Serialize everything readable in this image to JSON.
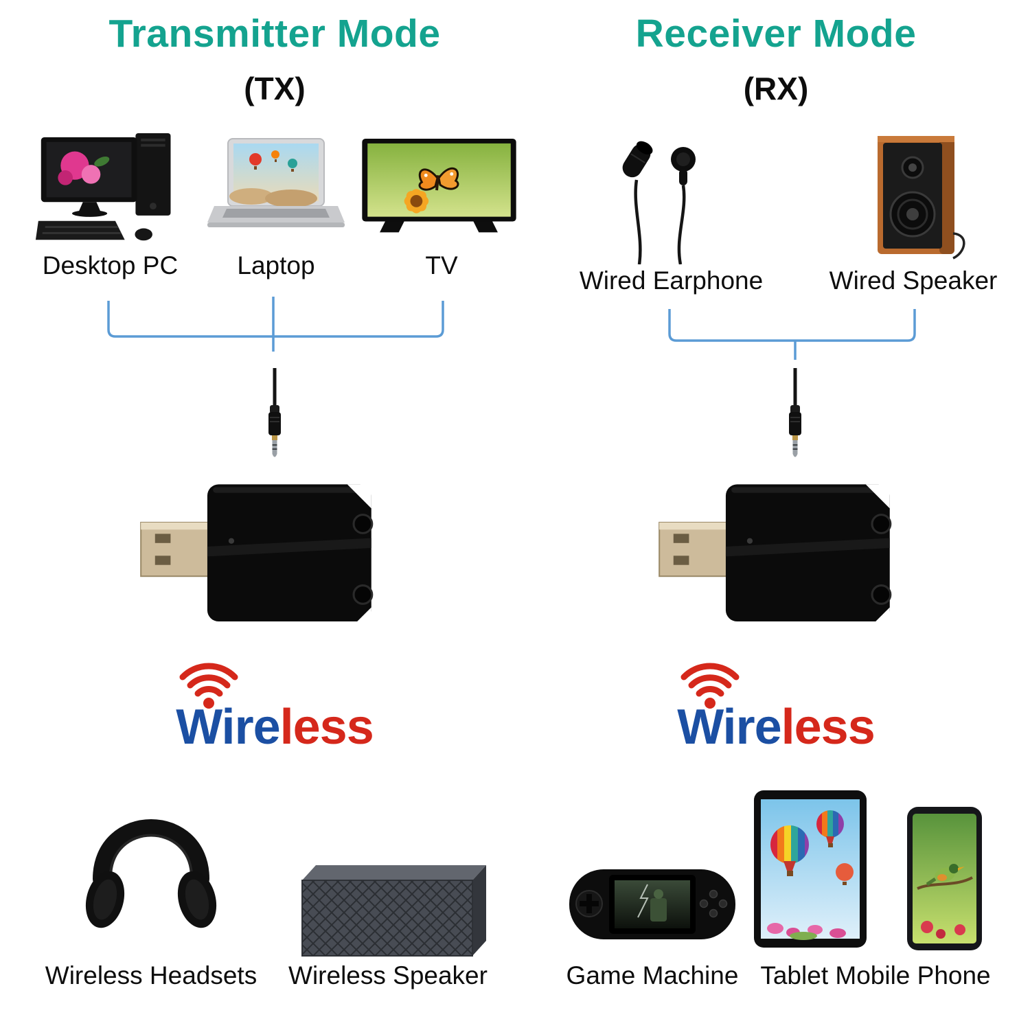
{
  "meta": {
    "background": "#ffffff"
  },
  "colors": {
    "mode_title": "#14a38f",
    "subtitle": "#0d0d0d",
    "device_label": "#0d0d0d",
    "bracket_line": "#5b9bd5",
    "wireless_wire": "#1b4fa3",
    "wireless_less": "#d5281b",
    "wifi_arcs": "#d5281b",
    "adapter_body": "#0c0c0c",
    "usb_plug": "#cdbb9b"
  },
  "transmitter": {
    "title": "Transmitter Mode",
    "subtitle": "(TX)",
    "sources": [
      {
        "icon": "desktop-pc-icon",
        "label": "Desktop PC"
      },
      {
        "icon": "laptop-icon",
        "label": "Laptop"
      },
      {
        "icon": "tv-icon",
        "label": "TV"
      }
    ],
    "adapter": "usb-bluetooth-adapter",
    "wireless_logo": {
      "wire": "Wire",
      "less": "less"
    },
    "outputs": [
      {
        "icon": "wireless-headsets-icon",
        "label": "Wireless Headsets"
      },
      {
        "icon": "wireless-speaker-icon",
        "label": "Wireless Speaker"
      }
    ]
  },
  "receiver": {
    "title": "Receiver Mode",
    "subtitle": "(RX)",
    "sources": [
      {
        "icon": "wired-earphone-icon",
        "label": "Wired Earphone"
      },
      {
        "icon": "wired-speaker-icon",
        "label": "Wired Speaker"
      }
    ],
    "adapter": "usb-bluetooth-adapter",
    "wireless_logo": {
      "wire": "Wire",
      "less": "less"
    },
    "outputs": [
      {
        "icon": "game-machine-icon",
        "label": "Game Machine"
      },
      {
        "icon": "tablet-mobile-phone-icon",
        "label": "Tablet Mobile Phone"
      }
    ]
  }
}
